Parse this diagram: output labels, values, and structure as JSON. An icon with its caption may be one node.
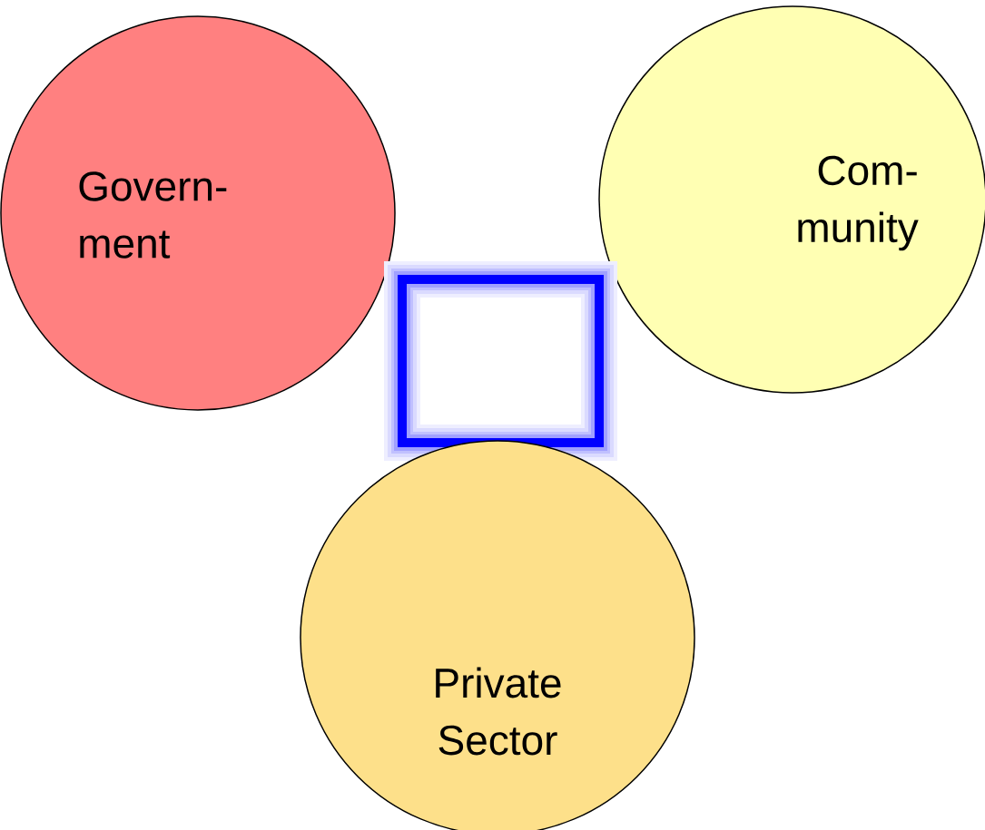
{
  "diagram": {
    "nodes": [
      {
        "text": [
          "Govern- ment"
        ]
      },
      {
        "text": [
          "Com- munity"
        ]
      },
      {
        "text": [],
        "shape": "box"
      },
      {
        "text": [
          "Private Sector"
        ]
      }
    ]
  }
}
